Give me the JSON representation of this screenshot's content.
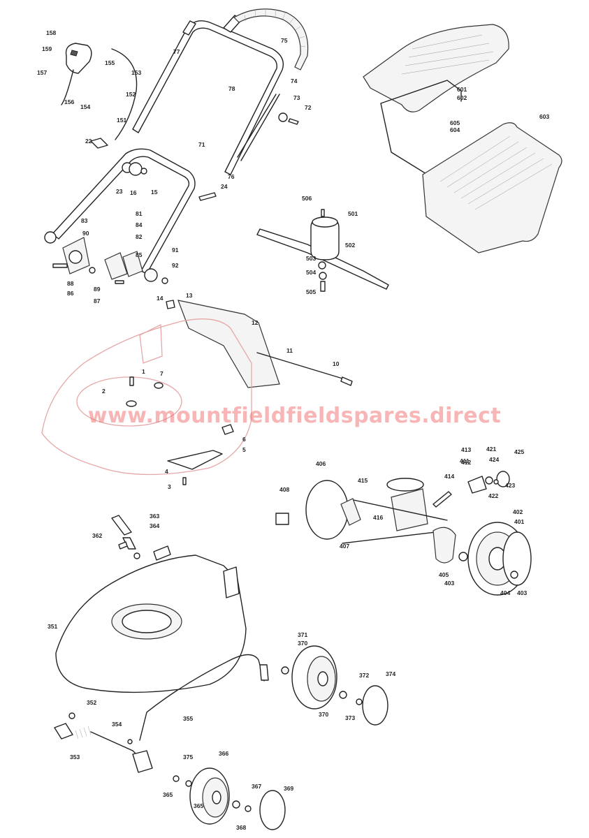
{
  "watermark": "www.mountfieldfieldspares.direct",
  "callouts": [
    {
      "id": "158"
    },
    {
      "id": "159"
    },
    {
      "id": "157"
    },
    {
      "id": "155"
    },
    {
      "id": "153"
    },
    {
      "id": "152"
    },
    {
      "id": "156"
    },
    {
      "id": "154"
    },
    {
      "id": "151"
    },
    {
      "id": "77"
    },
    {
      "id": "75"
    },
    {
      "id": "78"
    },
    {
      "id": "74"
    },
    {
      "id": "73"
    },
    {
      "id": "72"
    },
    {
      "id": "71"
    },
    {
      "id": "76"
    },
    {
      "id": "22"
    },
    {
      "id": "23"
    },
    {
      "id": "16"
    },
    {
      "id": "15"
    },
    {
      "id": "24"
    },
    {
      "id": "81"
    },
    {
      "id": "83"
    },
    {
      "id": "90"
    },
    {
      "id": "84"
    },
    {
      "id": "82"
    },
    {
      "id": "85"
    },
    {
      "id": "88"
    },
    {
      "id": "86"
    },
    {
      "id": "89"
    },
    {
      "id": "87"
    },
    {
      "id": "91"
    },
    {
      "id": "92"
    },
    {
      "id": "601"
    },
    {
      "id": "602"
    },
    {
      "id": "605"
    },
    {
      "id": "604"
    },
    {
      "id": "603"
    },
    {
      "id": "506"
    },
    {
      "id": "501"
    },
    {
      "id": "502"
    },
    {
      "id": "503"
    },
    {
      "id": "504"
    },
    {
      "id": "505"
    },
    {
      "id": "14"
    },
    {
      "id": "13"
    },
    {
      "id": "12"
    },
    {
      "id": "11"
    },
    {
      "id": "10"
    },
    {
      "id": "1"
    },
    {
      "id": "7"
    },
    {
      "id": "2"
    },
    {
      "id": "6"
    },
    {
      "id": "5"
    },
    {
      "id": "4"
    },
    {
      "id": "3"
    },
    {
      "id": "413"
    },
    {
      "id": "412"
    },
    {
      "id": "411"
    },
    {
      "id": "406"
    },
    {
      "id": "415"
    },
    {
      "id": "414"
    },
    {
      "id": "408"
    },
    {
      "id": "416"
    },
    {
      "id": "421"
    },
    {
      "id": "424"
    },
    {
      "id": "425"
    },
    {
      "id": "423"
    },
    {
      "id": "422"
    },
    {
      "id": "402"
    },
    {
      "id": "401"
    },
    {
      "id": "407"
    },
    {
      "id": "405"
    },
    {
      "id": "403"
    },
    {
      "id": "404"
    },
    {
      "id": "403"
    },
    {
      "id": "363"
    },
    {
      "id": "364"
    },
    {
      "id": "362"
    },
    {
      "id": "351"
    },
    {
      "id": "371"
    },
    {
      "id": "370"
    },
    {
      "id": "372"
    },
    {
      "id": "374"
    },
    {
      "id": "370"
    },
    {
      "id": "373"
    },
    {
      "id": "352"
    },
    {
      "id": "355"
    },
    {
      "id": "354"
    },
    {
      "id": "353"
    },
    {
      "id": "375"
    },
    {
      "id": "366"
    },
    {
      "id": "365"
    },
    {
      "id": "367"
    },
    {
      "id": "369"
    },
    {
      "id": "365"
    },
    {
      "id": "368"
    }
  ]
}
